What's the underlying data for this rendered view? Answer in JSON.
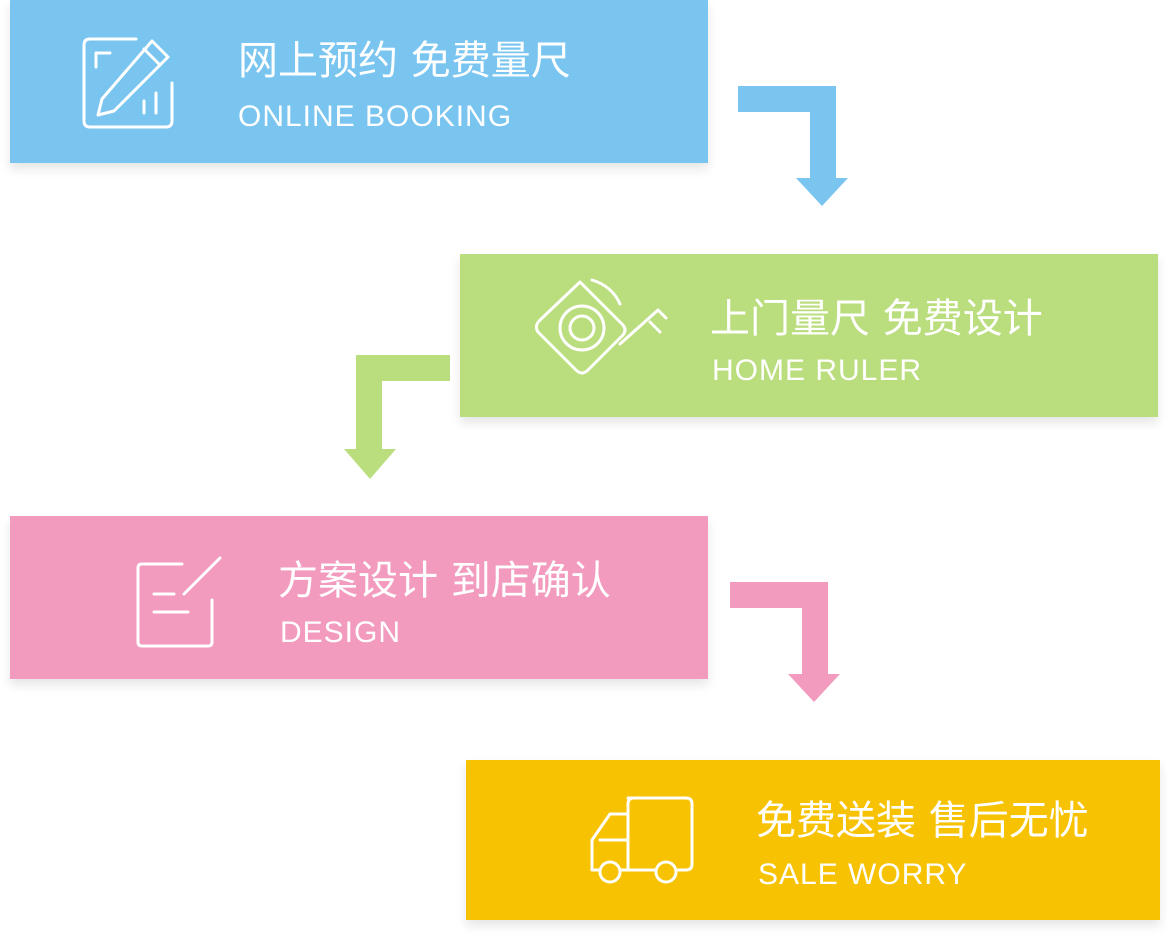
{
  "colors": {
    "blue": "#79C5F0",
    "green": "#BADD7E",
    "pink": "#F29BBE",
    "yellow": "#F7C202",
    "text": "#FFFFFF"
  },
  "steps": [
    {
      "title": "网上预约  免费量尺",
      "subtitle": "ONLINE BOOKING",
      "icon": "pencil-edit-icon"
    },
    {
      "title": "上门量尺  免费设计",
      "subtitle": "HOME RULER",
      "icon": "tape-measure-icon"
    },
    {
      "title": "方案设计  到店确认",
      "subtitle": "DESIGN",
      "icon": "document-edit-icon"
    },
    {
      "title": "免费送装  售后无忧",
      "subtitle": "SALE WORRY",
      "icon": "delivery-truck-icon"
    }
  ]
}
